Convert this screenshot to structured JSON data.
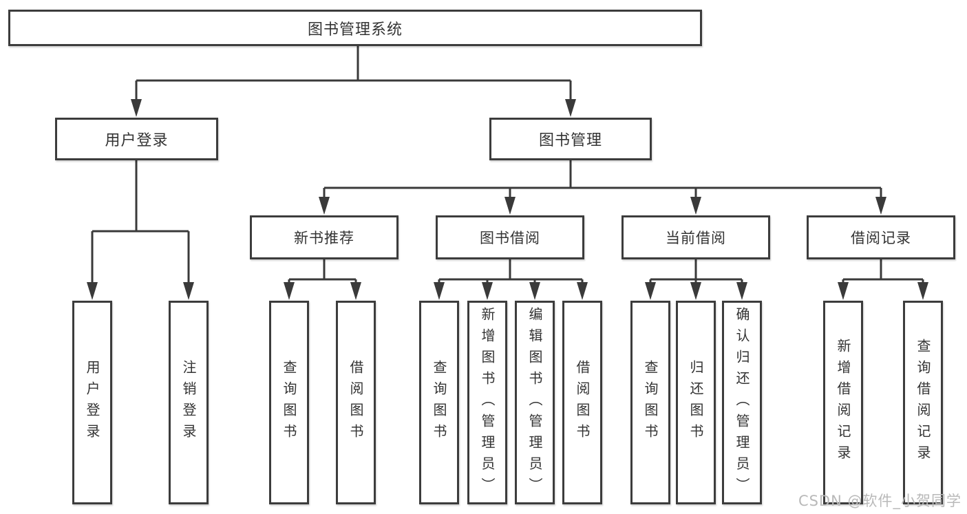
{
  "diagram": {
    "type": "tree",
    "root": {
      "label": "图书管理系统"
    },
    "level2": [
      {
        "label": "用户登录"
      },
      {
        "label": "图书管理"
      }
    ],
    "level3": [
      {
        "label": "新书推荐"
      },
      {
        "label": "图书借阅"
      },
      {
        "label": "当前借阅"
      },
      {
        "label": "借阅记录"
      }
    ],
    "leaves": {
      "user_login": [
        {
          "label": "用户登录"
        },
        {
          "label": "注销登录"
        }
      ],
      "new_books": [
        {
          "label": "查询图书"
        },
        {
          "label": "借阅图书"
        }
      ],
      "book_borrow": [
        {
          "label": "查询图书"
        },
        {
          "label": "新增图书（管理员）"
        },
        {
          "label": "编辑图书（管理员）"
        },
        {
          "label": "借阅图书"
        }
      ],
      "current_borrow": [
        {
          "label": "查询图书"
        },
        {
          "label": "归还图书"
        },
        {
          "label": "确认归还（管理员）"
        }
      ],
      "borrow_records": [
        {
          "label": "新增借阅记录"
        },
        {
          "label": "查询借阅记录"
        }
      ]
    },
    "colors": {
      "line": "#3a3a3a",
      "box_border": "#3c3c3c",
      "text": "#333333",
      "background": "#ffffff"
    }
  },
  "watermark": {
    "text": "CSDN @软件_小贺同学",
    "color": "#b9b9b9"
  }
}
